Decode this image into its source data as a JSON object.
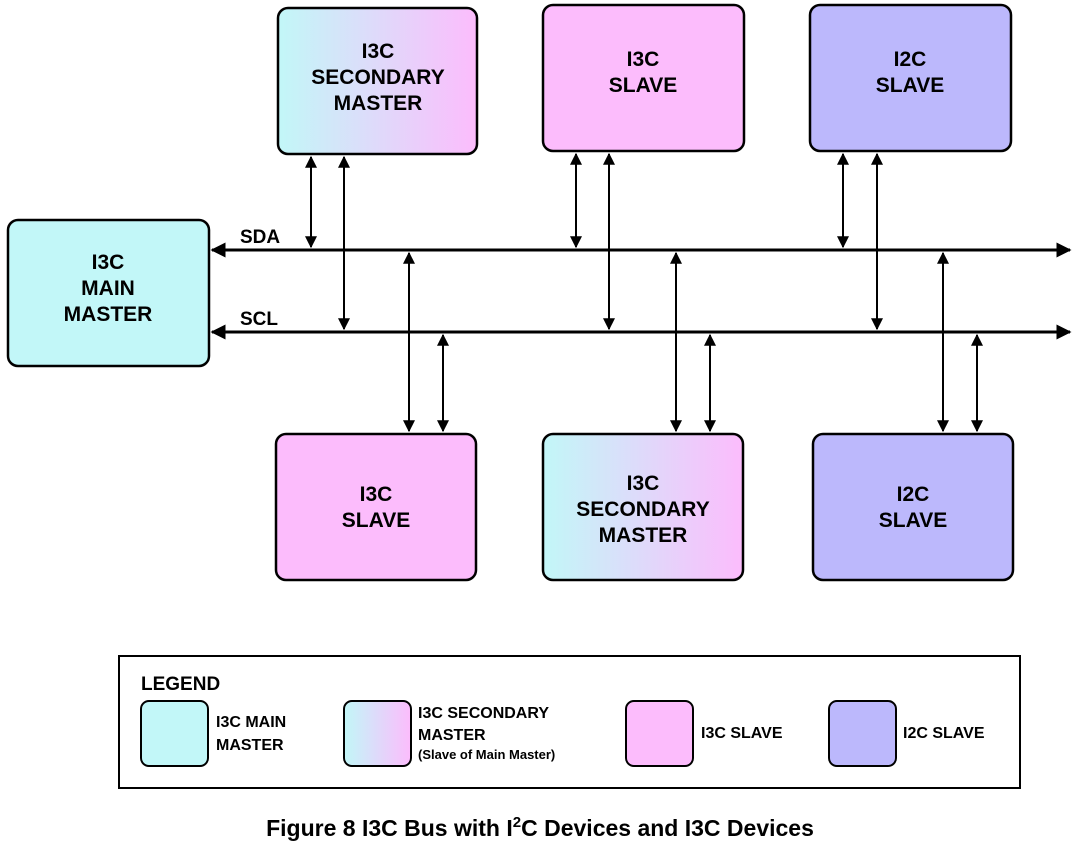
{
  "colors": {
    "main_master": "#c2f7f8",
    "slave_i3c": "#fcbcfc",
    "slave_i2c": "#bcb8fc",
    "secondary_gradient_start": "#c2f7f8",
    "secondary_gradient_end": "#fcbcfc",
    "stroke": "#000000"
  },
  "buses": {
    "sda_label": "SDA",
    "scl_label": "SCL"
  },
  "devices": {
    "main_master": {
      "line1": "I3C",
      "line2": "MAIN",
      "line3": "MASTER"
    },
    "top_secondary": {
      "line1": "I3C",
      "line2": "SECONDARY",
      "line3": "MASTER"
    },
    "top_i3c_slave": {
      "line1": "I3C",
      "line2": "SLAVE"
    },
    "top_i2c_slave": {
      "line1": "I2C",
      "line2": "SLAVE"
    },
    "bottom_i3c_slave": {
      "line1": "I3C",
      "line2": "SLAVE"
    },
    "bottom_secondary": {
      "line1": "I3C",
      "line2": "SECONDARY",
      "line3": "MASTER"
    },
    "bottom_i2c_slave": {
      "line1": "I2C",
      "line2": "SLAVE"
    }
  },
  "legend": {
    "title": "LEGEND",
    "main_master": {
      "line1": "I3C MAIN",
      "line2": "MASTER"
    },
    "secondary": {
      "line1": "I3C SECONDARY",
      "line2": "MASTER",
      "line3": "(Slave of Main Master)"
    },
    "i3c_slave": "I3C SLAVE",
    "i2c_slave": "I2C SLAVE"
  },
  "caption": {
    "part1": "Figure 8 I3C Bus with I",
    "superscript": "2",
    "part2": "C Devices and I3C Devices"
  }
}
